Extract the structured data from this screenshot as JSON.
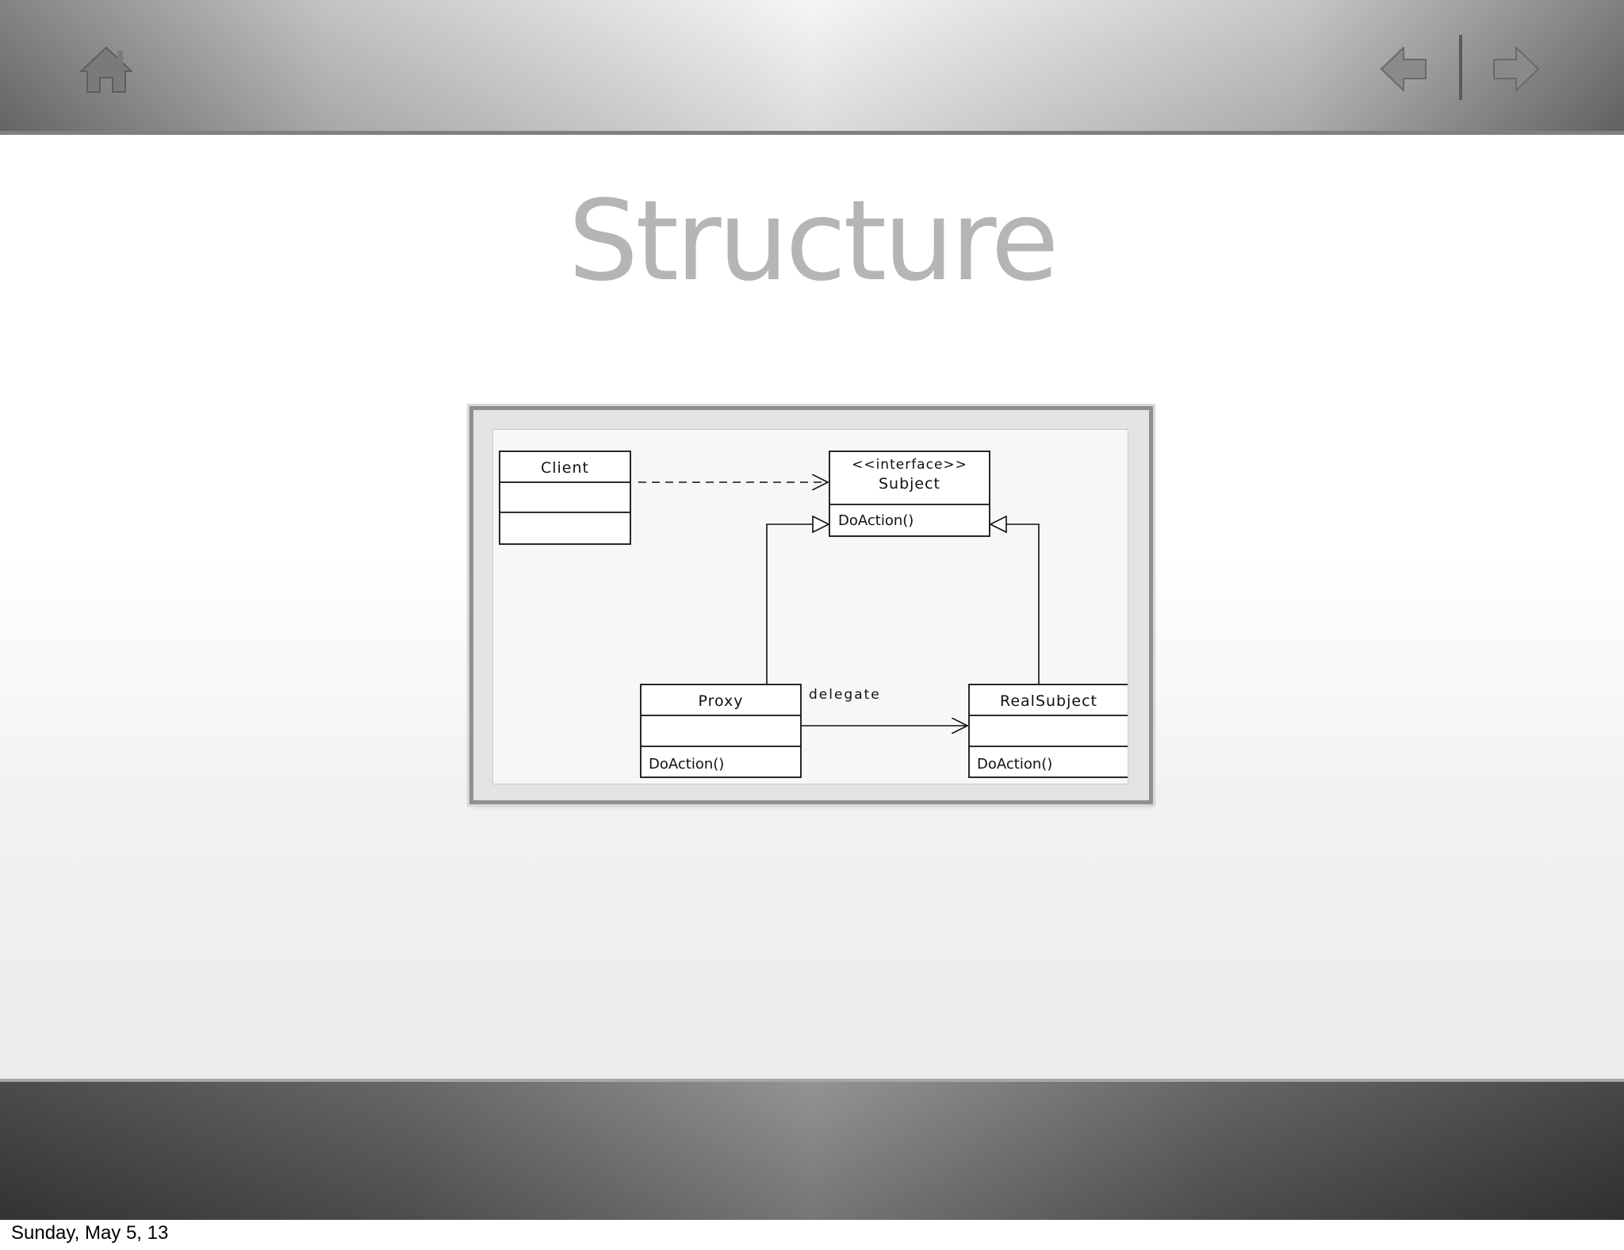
{
  "slide": {
    "title": "Structure",
    "footer_date": "Sunday, May 5, 13"
  },
  "navigation": {
    "home_icon": "home-icon",
    "prev_icon": "arrow-left-icon",
    "next_icon": "arrow-right-icon"
  },
  "diagram": {
    "client": {
      "name": "Client"
    },
    "subject": {
      "stereotype": "<<interface>>",
      "name": "Subject",
      "operation": "DoAction()"
    },
    "proxy": {
      "name": "Proxy",
      "operation": "DoAction()"
    },
    "real_subject": {
      "name": "RealSubject",
      "operation": "DoAction()"
    },
    "edges": {
      "client_to_subject": "dependency",
      "proxy_to_subject": "realization",
      "realsubject_to_subject": "realization",
      "proxy_to_realsubject": {
        "type": "association",
        "label": "delegate"
      }
    }
  },
  "colors": {
    "title": "#b5b5b5",
    "frame_border": "#8f8f8f",
    "diagram_line": "#111111"
  }
}
